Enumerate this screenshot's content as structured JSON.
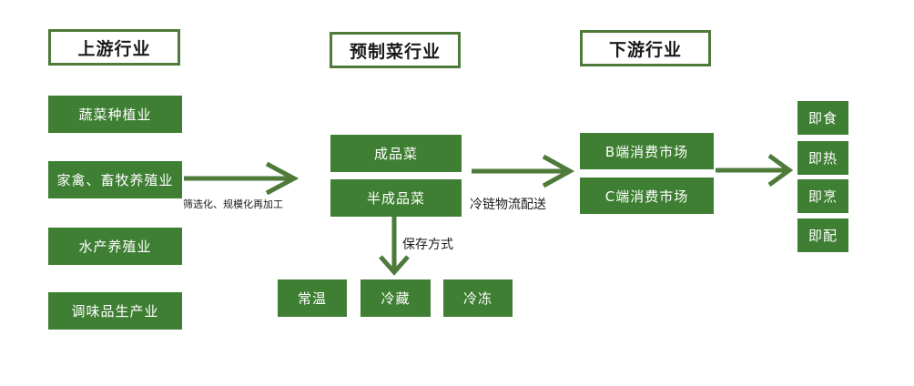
{
  "headers": {
    "upstream": "上游行业",
    "prepared": "预制菜行业",
    "downstream": "下游行业"
  },
  "upstream_items": [
    "蔬菜种植业",
    "家禽、畜牧养殖业",
    "水产养殖业",
    "调味品生产业"
  ],
  "processing_label": "筛选化、规模化再加工",
  "products": [
    "成品菜",
    "半成品菜"
  ],
  "storage_label": "保存方式",
  "storage_methods": [
    "常温",
    "冷藏",
    "冷冻"
  ],
  "logistics_label": "冷链物流配送",
  "markets": [
    "B端消费市场",
    "C端消费市场"
  ],
  "uses": [
    "即食",
    "即热",
    "即烹",
    "即配"
  ],
  "colors": {
    "box_green": "#3f7f33",
    "border_green": "#4e7a3a",
    "arrow_green": "#4e7a3a"
  }
}
